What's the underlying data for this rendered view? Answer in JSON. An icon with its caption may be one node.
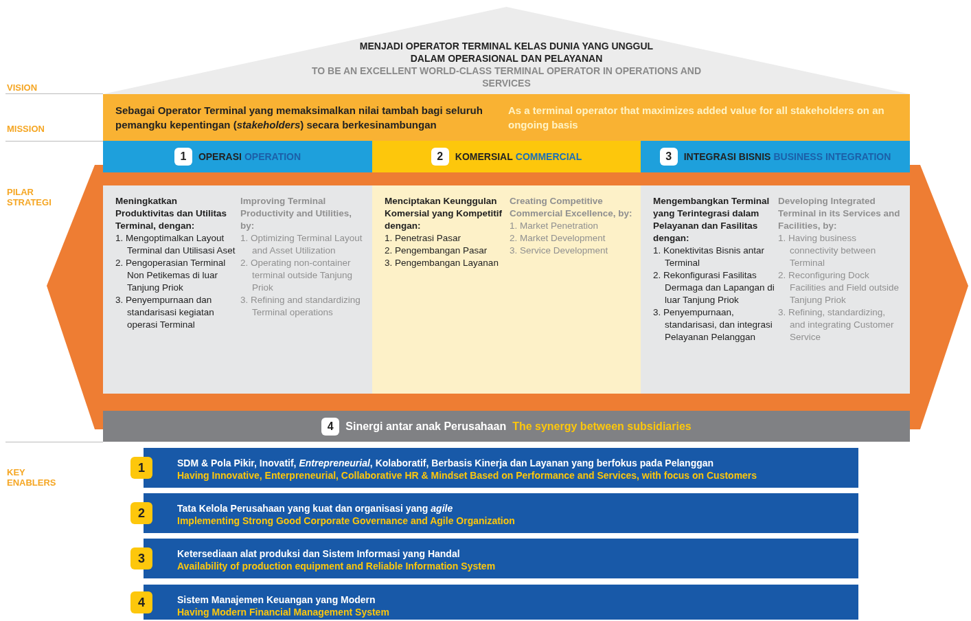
{
  "diagram": {
    "nodes": [
      {
        "text": [
          "MENJADI OPERATOR TERMINAL KELAS DUNIA YANG UNGGUL DALAM OPERASIONAL DAN PELAYANAN",
          "TO BE AN EXCELLENT WORLD-CLASS TERMINAL OPERATOR IN OPERATIONS AND SERVICES"
        ]
      },
      {
        "text": [
          "Sebagai Operator Terminal yang memaksimalkan nilai tambah bagi seluruh pemangku kepentingan (*stakeholders*) secara berkesinambungan",
          "As a terminal operator that maximizes added value for all stakeholders on an ongoing basis"
        ]
      },
      {
        "text": [
          "1",
          "OPERASI",
          "OPERATION"
        ]
      },
      {
        "text": [
          "2",
          "KOMERSIAL",
          "COMMERCIAL"
        ]
      },
      {
        "text": [
          "3",
          "INTEGRASI BISNIS",
          "BUSINESS INTEGRATION"
        ]
      },
      {
        "text": [
          "Meningkatkan Produktivitas dan Utilitas Terminal, dengan:",
          "1. Mengoptimalkan Layout Terminal dan Utilisasi Aset",
          "2. Pengoperasian Terminal Non Petikemas di luar Tanjung Priok",
          "3. Penyempurnaan dan standarisasi kegiatan operasi Terminal",
          "Improving Terminal Productivity and Utilities, by:",
          "1. Optimizing Terminal Layout and Asset Utilization",
          "2. Operating non-container terminal outside Tanjung Priok",
          "3. Refining and standardizing Terminal operations"
        ]
      },
      {
        "text": [
          "Menciptakan Keunggulan Komersial yang Kompetitif dengan:",
          "1. Penetrasi Pasar",
          "2. Pengembangan Pasar",
          "3. Pengembangan Layanan",
          "Creating Competitive Commercial Excellence, by:",
          "1. Market Penetration",
          "2. Market Development",
          "3. Service Development"
        ]
      },
      {
        "text": [
          "Mengembangkan Terminal yang Terintegrasi dalam Pelayanan dan Fasilitas dengan:",
          "1. Konektivitas Bisnis antar Terminal",
          "2. Rekonfigurasi Fasilitas Dermaga dan Lapangan di luar Tanjung Priok",
          "3. Penyempurnaan, standarisasi, dan integrasi Pelayanan Pelanggan",
          "Developing Integrated Terminal in its Services and Facilities, by:",
          "1. Having business connectivity between Terminal",
          "2. Reconfiguring Dock Facilities and Field outside Tanjung Priok",
          "3. Refining, standardizing, and integrating Customer Service"
        ]
      },
      {
        "text": [
          "4",
          "Sinergi antar anak Perusahaan",
          "The synergy between subsidiaries"
        ]
      },
      {
        "text": [
          "1",
          "SDM & Pola Pikir, Inovatif, *Entrepreneurial*, Kolaboratif, Berbasis Kinerja dan Layanan yang berfokus pada Pelanggan",
          "Having Innovative, Enterpreneurial, Collaborative HR & Mindset Based on Performance and Services, with focus on Customers"
        ]
      },
      {
        "text": [
          "2",
          "Tata Kelola Perusahaan yang kuat dan organisasi yang *agile*",
          "Implementing Strong Good Corporate Governance and Agile Organization"
        ]
      },
      {
        "text": [
          "3",
          "Ketersediaan alat produksi dan Sistem Informasi yang Handal",
          "Availability of production equipment and Reliable Information System"
        ]
      },
      {
        "text": [
          "4",
          "Sistem Manajemen Keuangan yang Modern",
          "Having Modern Financial Management System"
        ]
      }
    ],
    "labels": [
      "VISION",
      "MISSION",
      "PILAR STRATEGI",
      "KEY ENABLERS"
    ]
  }
}
